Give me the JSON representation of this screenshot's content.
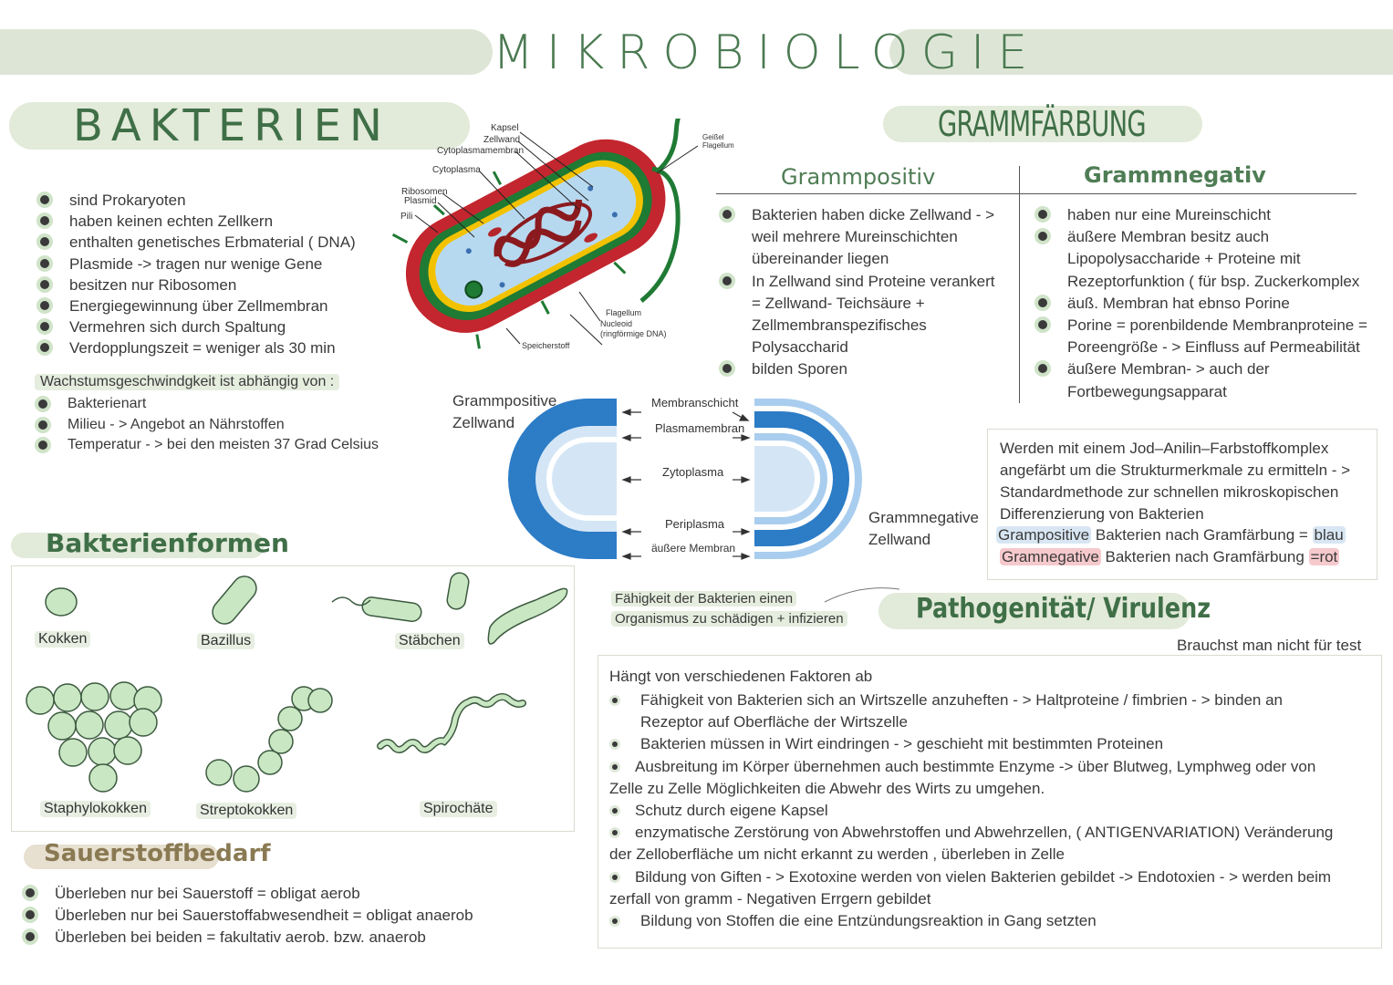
{
  "title": "MIKROBIOLOGIE",
  "bakterien": {
    "heading": "BAKTERIEN",
    "bullets": [
      "sind Prokaryoten",
      "haben keinen echten Zellkern",
      "enthalten genetisches Erbmaterial ( DNA)",
      "Plasmide -> tragen nur wenige Gene",
      "besitzen nur Ribosomen",
      "Energiegewinnung über Zellmembran",
      "Vermehren sich durch Spaltung",
      "Verdopplungszeit = weniger als 30 min"
    ],
    "wachstum_heading": "Wachstumsgeschwindgkeit ist abhängig von :",
    "wachstum_items": [
      "Bakterienart",
      "Milieu - > Angebot an Nährstoffen",
      "Temperatur - >  bei den meisten 37 Grad Celsius"
    ]
  },
  "cell_diagram": {
    "labels": {
      "kapsel": "Kapsel",
      "zellwand": "Zellwand",
      "cytoplasmamembran": "Cytoplasmamembran",
      "cytoplasma": "Cytoplasma",
      "ribosomen": "Ribosomen",
      "plasmid": "Plasmid",
      "pili": "Pili",
      "geissel": "Geißel",
      "flagellum_top": "Flagellum",
      "flagellum": "Flagellum",
      "nucleoid": "Nucleoid",
      "ringfoermige": "(ringförmige DNA)",
      "speicherstoff": "Speicherstoff"
    }
  },
  "wall_diagram": {
    "gp_label_1": "Grammpositive",
    "gp_label_2": "Zellwand",
    "gn_label_1": "Grammnegative",
    "gn_label_2": "Zellwand",
    "layers": [
      "Membranschicht",
      "Plasmamembran",
      "Zytoplasma",
      "Periplasma",
      "äußere Membran"
    ]
  },
  "bakterienformen": {
    "heading": "Bakterienformen",
    "labels": [
      "Kokken",
      "Bazillus",
      "Stäbchen",
      "Staphylokokken",
      "Streptokokken",
      "Spirochäte"
    ]
  },
  "sauerstoff": {
    "heading": "Sauerstoffbedarf",
    "bullets": [
      "Überleben nur bei Sauerstoff = obligat aerob",
      "Überleben nur bei Sauerstoffabwesendheit = obligat anaerob",
      "Überleben bei beiden = fakultativ aerob. bzw. anaerob"
    ]
  },
  "gramm": {
    "heading": "GRAMMFÄRBUNG",
    "positiv_heading": "Grammpositiv",
    "negativ_heading": "Grammnegativ",
    "positiv_lines": [
      {
        "bullet": true,
        "text": "Bakterien haben dicke Zellwand - >"
      },
      {
        "bullet": false,
        "text": "weil mehrere Mureinschichten"
      },
      {
        "bullet": false,
        "text": "übereinander liegen"
      },
      {
        "bullet": true,
        "text": "In Zellwand sind Proteine verankert"
      },
      {
        "bullet": false,
        "text": "= Zellwand- Teichsäure +"
      },
      {
        "bullet": false,
        "text": "Zellmembranspezifisches"
      },
      {
        "bullet": false,
        "text": "Polysaccharid"
      },
      {
        "bullet": true,
        "text": "bilden Sporen"
      }
    ],
    "negativ_lines": [
      {
        "bullet": true,
        "text": "haben nur eine Mureinschicht"
      },
      {
        "bullet": true,
        "text": "äußere Membran besitz auch"
      },
      {
        "bullet": false,
        "text": "Lipopolysaccharide + Proteine mit"
      },
      {
        "bullet": false,
        "text": "Rezeptorfunktion ( für bsp. Zuckerkomplex"
      },
      {
        "bullet": true,
        "text": "äuß. Membran hat ebnso Porine"
      },
      {
        "bullet": true,
        "text": "Porine = porenbildende Membranproteine ="
      },
      {
        "bullet": false,
        "text": "Poreengröße - > Einfluss auf Permeabilität"
      },
      {
        "bullet": true,
        "text": "äußere Membran- > auch der"
      },
      {
        "bullet": false,
        "text": "Fortbewegungsapparat"
      }
    ],
    "box_lines": [
      "Werden mit einem  Jod–Anilin–Farbstoffkomplex",
      "angefärbt um die Strukturmerkmale zu ermitteln - >",
      "Standardmethode zur schnellen mikroskopischen",
      "Differenzierung von Bakterien"
    ],
    "pos_result": {
      "a": "Grampositive",
      "b": " Bakterien  nach  Gramfärbung = ",
      "c": "blau"
    },
    "neg_result": {
      "a": "Gramnegative",
      "b": " Bakterien nach Gramfärbung ",
      "c": "=rot"
    }
  },
  "pathogen": {
    "heading": "Pathogenität/ Virulenz",
    "definition_1": "Fähigkeit der Bakterien einen",
    "definition_2": "Organismus zu schädigen + infizieren",
    "note": "Brauchst man nicht für test",
    "intro": "Hängt von verschiedenen Faktoren ab",
    "lines": [
      {
        "bullet": true,
        "indent": true,
        "text": "Fähigkeit von Bakterien sich an Wirtszelle  anzuheften - > Haltproteine / fimbrien - > binden an"
      },
      {
        "bullet": false,
        "indent": true,
        "text": "Rezeptor auf Oberfläche der Wirtszelle"
      },
      {
        "bullet": true,
        "indent": true,
        "text": "Bakterien müssen in Wirt eindringen - > geschieht mit bestimmten Proteinen"
      },
      {
        "bullet": true,
        "indent": false,
        "text": "Ausbreitung im Körper übernehmen auch bestimmte Enzyme -> über Blutweg, Lymphweg oder von"
      },
      {
        "bullet": false,
        "indent": false,
        "text": "Zelle zu Zelle Möglichkeiten die Abwehr des Wirts zu umgehen."
      },
      {
        "bullet": true,
        "indent": false,
        "text": "Schutz durch eigene Kapsel"
      },
      {
        "bullet": true,
        "indent": false,
        "text": "enzymatische Zerstörung von Abwehrstoffen und Abwehrzellen,  ( ANTIGENVARIATION) Veränderung"
      },
      {
        "bullet": false,
        "indent": false,
        "text": "der Zelloberfläche um nicht erkannt zu werden , überleben in Zelle"
      },
      {
        "bullet": true,
        "indent": false,
        "text": "Bildung von Giften - > Exotoxine werden von vielen Bakterien gebildet -> Endotoxien - > werden beim"
      },
      {
        "bullet": false,
        "indent": false,
        "text": "zerfall von gramm - Negativen Errgern gebildet"
      },
      {
        "bullet": true,
        "indent": true,
        "text": "Bildung von Stoffen die eine Entzündungsreaktion in Gang setzten"
      }
    ]
  },
  "colors": {
    "accent_green": "#4b7a52",
    "pill_bg": "#e2ead9",
    "cell_red": "#c3262e",
    "wall_blue": "#2c7cc6"
  }
}
